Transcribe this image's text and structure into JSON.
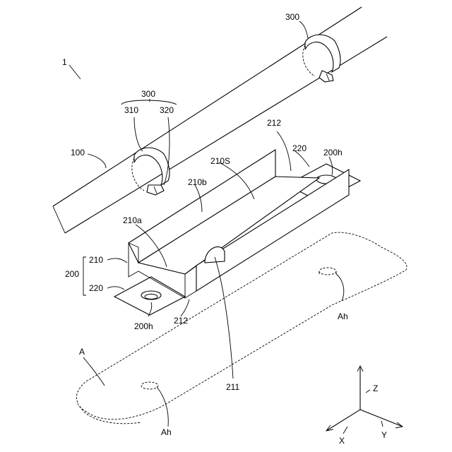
{
  "figure": {
    "labels": {
      "assembly": "1",
      "clamp_top": "300",
      "clamp_group": "300",
      "band": "310",
      "fastener": "320",
      "pipe": "100",
      "bracket": "200",
      "channel": "210",
      "flange": "220",
      "channel_side_upper": "212",
      "channel_side_lower": "212",
      "flange_right": "220",
      "hole_right": "200h",
      "hole_left": "200h",
      "inner_space": "210S",
      "wall_b": "210b",
      "wall_a": "210a",
      "notch": "211",
      "surface": "A",
      "surface_hole_right": "Ah",
      "surface_hole_left": "Ah"
    },
    "axes": {
      "x": "X",
      "y": "Y",
      "z": "Z"
    }
  }
}
